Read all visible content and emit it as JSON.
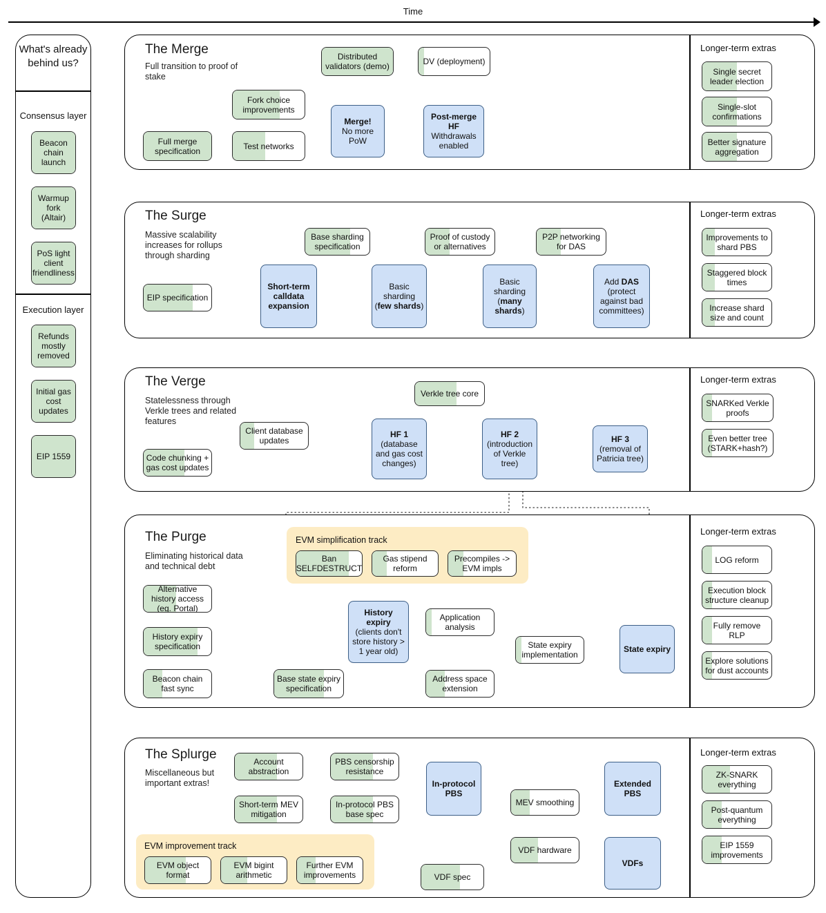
{
  "header": {
    "time_label": "Time"
  },
  "sidebar": {
    "title": "What's already behind us?",
    "sections": [
      {
        "label": "Consensus layer",
        "items": [
          {
            "text": "Beacon chain launch",
            "progress": 100
          },
          {
            "text": "Warmup fork (Altair)",
            "progress": 100
          },
          {
            "text": "PoS light client friendliness",
            "progress": 100
          }
        ]
      },
      {
        "label": "Execution layer",
        "items": [
          {
            "text": "Refunds mostly removed",
            "progress": 100
          },
          {
            "text": "Initial gas cost updates",
            "progress": 100
          },
          {
            "text": "EIP 1559",
            "progress": 100
          }
        ]
      }
    ]
  },
  "phases": [
    {
      "id": "merge",
      "title": "The Merge",
      "subtitle": "Full transition to proof of stake",
      "extras_title": "Longer-term extras",
      "extras": [
        {
          "text": "Single secret leader election",
          "progress": 50
        },
        {
          "text": "Single-slot confirmations",
          "progress": 50
        },
        {
          "text": "Better signature aggregation",
          "progress": 50
        }
      ],
      "nodes": [
        {
          "text": "Distributed validators (demo)",
          "progress": 100
        },
        {
          "text": "DV (deployment)",
          "progress": 8
        },
        {
          "text": "Fork choice improvements",
          "progress": 65
        },
        {
          "text": "Full merge specification",
          "progress": 100
        },
        {
          "text": "Test networks",
          "progress": 45
        },
        {
          "text": "Merge! No more PoW",
          "type": "blue"
        },
        {
          "text": "Post-merge HF Withdrawals enabled",
          "type": "blue"
        }
      ]
    },
    {
      "id": "surge",
      "title": "The Surge",
      "subtitle": "Massive scalability increases for rollups through sharding",
      "extras_title": "Longer-term extras",
      "extras": [
        {
          "text": "Improvements to shard PBS",
          "progress": 18
        },
        {
          "text": "Staggered block times",
          "progress": 18
        },
        {
          "text": "Increase shard size and count",
          "progress": 18
        }
      ],
      "nodes": [
        {
          "text": "Base sharding specification",
          "progress": 70
        },
        {
          "text": "Proof of custody or alternatives",
          "progress": 35
        },
        {
          "text": "P2P networking for DAS",
          "progress": 35
        },
        {
          "text": "EIP specification",
          "progress": 72
        },
        {
          "text": "Short-term calldata expansion",
          "type": "blue"
        },
        {
          "text": "Basic sharding (few shards)",
          "type": "blue"
        },
        {
          "text": "Basic sharding (many shards)",
          "type": "blue"
        },
        {
          "text": "Add DAS (protect against bad committees)",
          "type": "blue"
        }
      ]
    },
    {
      "id": "verge",
      "title": "The Verge",
      "subtitle": "Statelessness through Verkle trees and related features",
      "extras_title": "Longer-term extras",
      "extras": [
        {
          "text": "SNARKed Verkle proofs",
          "progress": 14
        },
        {
          "text": "Even better tree (STARK+hash?)",
          "progress": 14
        }
      ],
      "nodes": [
        {
          "text": "Verkle tree core",
          "progress": 60
        },
        {
          "text": "Client database updates",
          "progress": 20
        },
        {
          "text": "Code chunking + gas cost updates",
          "progress": 60
        },
        {
          "text": "HF 1 (database and gas cost changes)",
          "type": "blue"
        },
        {
          "text": "HF 2 (introduction of Verkle tree)",
          "type": "blue"
        },
        {
          "text": "HF 3 (removal of Patricia tree)",
          "type": "blue"
        }
      ]
    },
    {
      "id": "purge",
      "title": "The Purge",
      "subtitle": "Eliminating historical data and technical debt",
      "extras_title": "Longer-term extras",
      "track_label": "EVM simplification track",
      "extras": [
        {
          "text": "LOG reform",
          "progress": 14
        },
        {
          "text": "Execution block structure cleanup",
          "progress": 14
        },
        {
          "text": "Fully remove RLP",
          "progress": 14
        },
        {
          "text": "Explore solutions for dust accounts",
          "progress": 14
        }
      ],
      "nodes": [
        {
          "text": "Ban SELFDESTRUCT",
          "progress": 80
        },
        {
          "text": "Gas stipend reform",
          "progress": 22
        },
        {
          "text": "Precompiles -> EVM impls",
          "progress": 22
        },
        {
          "text": "Alternative history access (eg. Portal)",
          "progress": 48
        },
        {
          "text": "History expiry specification",
          "progress": 80
        },
        {
          "text": "Beacon chain fast sync",
          "progress": 28
        },
        {
          "text": "Base state expiry specification",
          "progress": 72
        },
        {
          "text": "Application analysis",
          "progress": 8
        },
        {
          "text": "State expiry implementation",
          "progress": 8
        },
        {
          "text": "Address space extension",
          "progress": 28
        },
        {
          "text": "History expiry (clients don't store history > 1 year old)",
          "type": "blue"
        },
        {
          "text": "State expiry",
          "type": "blue"
        }
      ]
    },
    {
      "id": "splurge",
      "title": "The Splurge",
      "subtitle": "Miscellaneous but important extras!",
      "extras_title": "Longer-term extras",
      "track_label": "EVM improvement track",
      "extras": [
        {
          "text": "ZK-SNARK everything",
          "progress": 40
        },
        {
          "text": "Post-quantum everything",
          "progress": 28
        },
        {
          "text": "EIP 1559 improvements",
          "progress": 28
        }
      ],
      "nodes": [
        {
          "text": "Account abstraction",
          "progress": 62
        },
        {
          "text": "PBS censorship resistance",
          "progress": 62
        },
        {
          "text": "Short-term MEV mitigation",
          "progress": 62
        },
        {
          "text": "In-protocol PBS base spec",
          "progress": 62
        },
        {
          "text": "MEV smoothing",
          "progress": 28
        },
        {
          "text": "VDF hardware",
          "progress": 40
        },
        {
          "text": "VDF spec",
          "progress": 62
        },
        {
          "text": "EVM object format",
          "progress": 62
        },
        {
          "text": "EVM bigint arithmetic",
          "progress": 40
        },
        {
          "text": "Further EVM improvements",
          "progress": 28
        },
        {
          "text": "In-protocol PBS",
          "type": "blue"
        },
        {
          "text": "Extended PBS",
          "type": "blue"
        },
        {
          "text": "VDFs",
          "type": "blue"
        }
      ]
    }
  ],
  "colors": {
    "progress_green": "#cfe4cd",
    "blue_node": "#cfe0f7",
    "blue_border": "#3c5e86",
    "track_yellow": "#fdecc4",
    "outline": "#000000"
  }
}
